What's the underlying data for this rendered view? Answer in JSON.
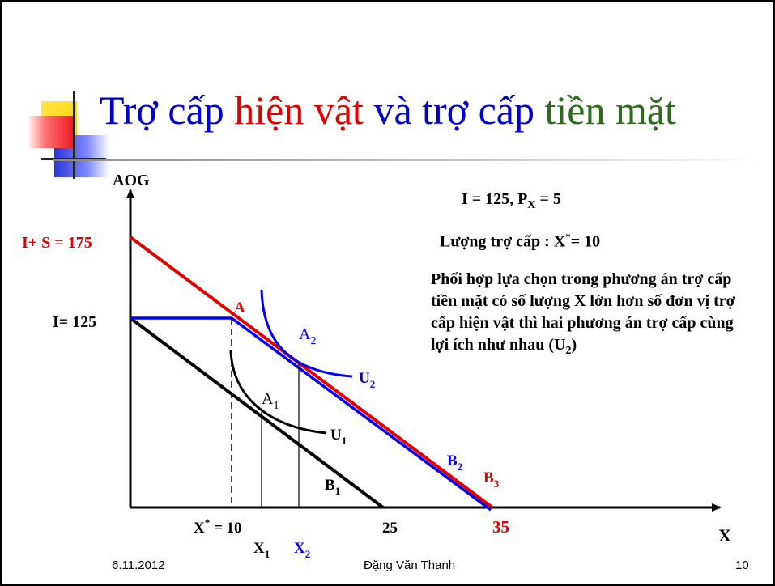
{
  "title": {
    "part1": "Trợ cấp ",
    "part2": "hiện vật",
    "part3": " và trợ cấp ",
    "part4": "tiền mặt",
    "color1": "#0000cc",
    "color2": "#e00000",
    "color3": "#0000cc",
    "color4": "#2e6b1e"
  },
  "axes": {
    "y_label": "AOG",
    "x_label": "X"
  },
  "labels": {
    "is_175": "I+ S = 175",
    "i_125": "I= 125",
    "point_a": "A",
    "point_a2": "A",
    "point_a2_sub": "2",
    "point_a1": "A",
    "point_a1_sub": "1",
    "u2": "U",
    "u2_sub": "2",
    "u1": "U",
    "u1_sub": "1",
    "b2": "B",
    "b2_sub": "2",
    "b3": "B",
    "b3_sub": "3",
    "b1": "B",
    "b1_sub": "1",
    "xstar": "X",
    "xstar_sup": "*",
    "xstar_val": " = 10",
    "x1": "X",
    "x1_sub": "1",
    "x2": "X",
    "x2_sub": "2",
    "tick_25": "25",
    "tick_35": "35"
  },
  "info": {
    "line1_pre": "I = 125, P",
    "line1_sub": "X",
    "line1_post": " = 5",
    "line2_pre": "Lượng trợ cấp : X",
    "line2_sup": "*",
    "line2_post": "= 10",
    "para_text": "Phối hợp lựa chọn trong phương án trợ cấp tiền mặt có số lượng X lớn hơn số đơn vị trợ cấp hiện vật thì hai phương án trợ cấp cùng lợi ích như nhau (U",
    "para_sub": "2",
    "para_end": ")"
  },
  "footer": {
    "date": "6.11.2012",
    "author": "Đặng Văn Thanh",
    "page": "10"
  },
  "colors": {
    "red": "#e00000",
    "blue": "#0000ee",
    "black": "#000000"
  }
}
